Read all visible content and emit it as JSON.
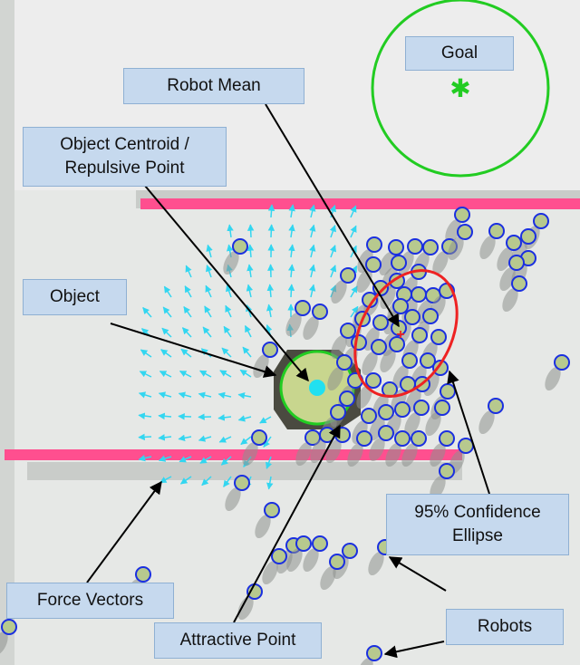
{
  "labels": {
    "goal": "Goal",
    "robot_mean": "Robot Mean",
    "object_centroid_line1": "Object Centroid /",
    "object_centroid_line2": "Repulsive Point",
    "object": "Object",
    "confidence_line1": "95% Confidence",
    "confidence_line2": "Ellipse",
    "force_vectors": "Force Vectors",
    "attractive_point": "Attractive Point",
    "robots": "Robots"
  },
  "colors": {
    "wall_pink": "#ff4f8f",
    "goal_green": "#22cc22",
    "ellipse_red": "#ee2222",
    "robot_blue": "#1a2fe0",
    "robot_fill": "#b7c98e",
    "vector_cyan": "#33d6f0",
    "centroid_cyan": "#22e0f0",
    "label_bg": "#c6d9ee"
  }
}
